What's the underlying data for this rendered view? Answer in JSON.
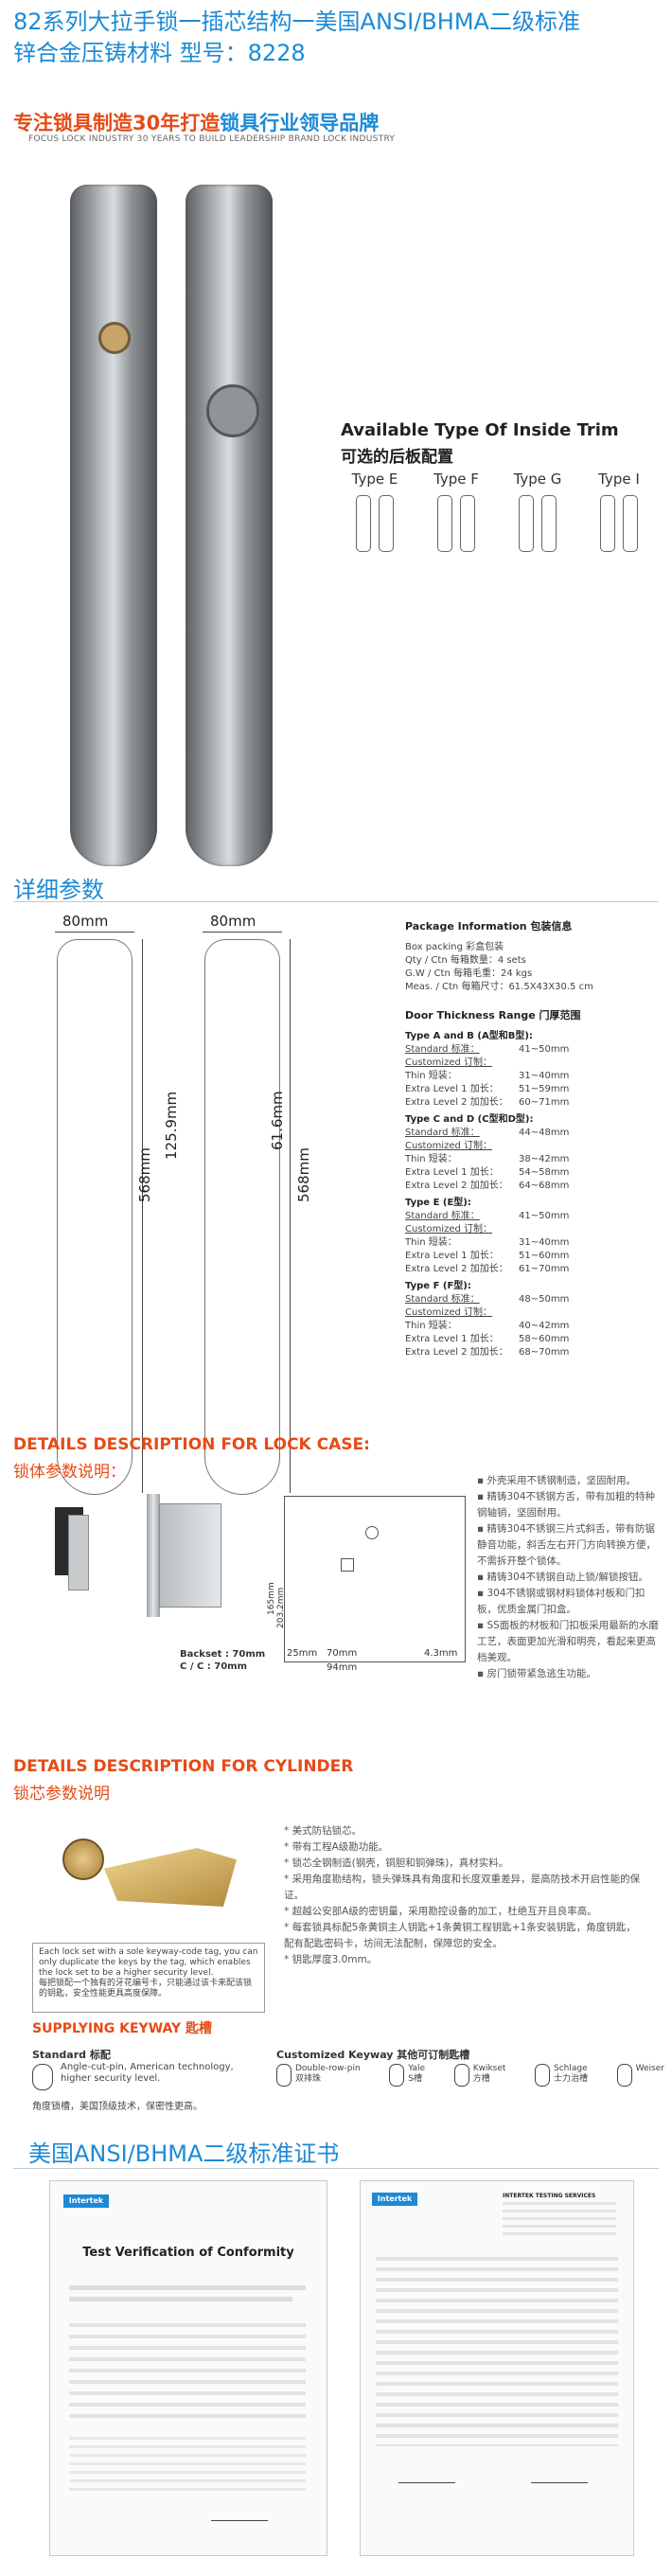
{
  "header": {
    "line1": "82系列大拉手锁一插芯结构一美国ANSI/BHMA二级标准",
    "line2": "锌合金压铸材料   型号：8228",
    "slogan_a": "专注锁具制造30年打造",
    "slogan_b": "锁具行业领导品牌",
    "slogan_en": "FOCUS LOCK INDUSTRY 30 YEARS TO BUILD LEADERSHIP BRAND LOCK INDUSTRY"
  },
  "trim": {
    "title_en": "Available Type Of Inside Trim",
    "title_cn": "可选的后板配置",
    "types": [
      "Type E",
      "Type F",
      "Type G",
      "Type I"
    ]
  },
  "details": {
    "heading": "详细参数",
    "dims": {
      "width_a": "80mm",
      "width_b": "80mm",
      "height_a": "568mm",
      "height_b": "568mm",
      "mid_a": "125.9mm",
      "mid_b": "61.6mm"
    },
    "package_title": "Package  Information 包装信息",
    "package_lines": [
      "Box packing 彩盒包装",
      "Qty / Ctn 每箱数量：4 sets",
      "G.W / Ctn 每箱毛重：24 kgs",
      "Meas. / Ctn 每箱尺寸：61.5X43X30.5 cm"
    ],
    "door_title": "Door Thickness Range 门厚范围",
    "groups": [
      {
        "title": "Type A and B (A型和B型):",
        "rows": [
          [
            "Standard 标准：",
            "41~50mm"
          ],
          [
            "Customized 订制：",
            ""
          ],
          [
            "Thin 短装：",
            "31~40mm"
          ],
          [
            "Extra Level 1 加长：",
            "51~59mm"
          ],
          [
            "Extra Level 2 加加长：",
            "60~71mm"
          ]
        ]
      },
      {
        "title": "Type C and D (C型和D型):",
        "rows": [
          [
            "Standard 标准：",
            "44~48mm"
          ],
          [
            "Customized 订制：",
            ""
          ],
          [
            "Thin 短装：",
            "38~42mm"
          ],
          [
            "Extra Level 1 加长：",
            "54~58mm"
          ],
          [
            "Extra Level 2 加加长：",
            "64~68mm"
          ]
        ]
      },
      {
        "title": "Type E (E型):",
        "rows": [
          [
            "Standard 标准：",
            "41~50mm"
          ],
          [
            "Customized 订制：",
            ""
          ],
          [
            "Thin 短装：",
            "31~40mm"
          ],
          [
            "Extra Level 1 加长：",
            "51~60mm"
          ],
          [
            "Extra Level 2 加加长：",
            "61~70mm"
          ]
        ]
      },
      {
        "title": "Type F (F型):",
        "rows": [
          [
            "Standard 标准：",
            "48~50mm"
          ],
          [
            "Customized 订制：",
            ""
          ],
          [
            "Thin 短装：",
            "40~42mm"
          ],
          [
            "Extra Level 1 加长：",
            "58~60mm"
          ],
          [
            "Extra Level 2 加加长：",
            "68~70mm"
          ]
        ]
      }
    ]
  },
  "lockcase": {
    "heading_en": "DETAILS DESCRIPTION FOR LOCK CASE:",
    "heading_cn": "锁体参数说明：",
    "backset": "Backset : 70mm",
    "cc": "C / C : 70mm",
    "dims": {
      "a": "70mm",
      "b": "94mm",
      "c": "4.3mm",
      "d": "25mm",
      "e": "203.2mm",
      "f": "165mm"
    },
    "features": [
      "外壳采用不锈钢制造，坚固耐用。",
      "精铸304不锈钢方舌，带有加粗的特种钢轴销，坚固耐用。",
      "精铸304不锈钢三片式斜舌，带有防锯静音功能，斜舌左右开门方向转换方便，不需拆开整个锁体。",
      "精铸304不锈钢自动上锁/解锁按钮。",
      "304不锈钢或钢材料锁体衬板和门扣板，优质金属门扣盒。",
      "SS面板的材板和门扣板采用最新的水磨工艺，表面更加光滑和明亮，看起来更高档美观。",
      "房门锁带紧急逃生功能。"
    ]
  },
  "cylinder": {
    "heading_en": "DETAILS DESCRIPTION FOR CYLINDER",
    "heading_cn": "锁芯参数说明",
    "features": [
      "美式防钻锁芯。",
      "带有工程A级勘功能。",
      "锁芯全钢制造(钢壳，铜胆和铜弹珠)，真材实料。",
      "采用角度勘结构，锁头弹珠具有角度和长度双重差异，是高防技术开启性能的保证。",
      "超越公安部A级的密钥量，采用勘控设备的加工，杜绝互开且良率高。",
      "每套锁具标配5条黄铜主人钥匙+1条黄铜工程钥匙+1条安装钥匙，角度钥匙，配有配匙密码卡，坊间无法配制，保障您的安全。",
      "钥匙厚度3.0mm。"
    ],
    "card_en": "Each lock set with a sole keyway-code tag, you can only duplicate the keys by the tag, which enables the lock set to be a higher security level.",
    "card_cn": "每把锁配一个独有的牙花编号卡，只能通过该卡来配该锁的钥匙，安全性能更具高度保障。"
  },
  "keyway": {
    "heading": "SUPPLYING KEYWAY 匙槽",
    "standard": "Standard 标配",
    "std_desc_en": "Angle-cut-pin, American technology, higher security level.",
    "std_desc_cn": "角度锁槽，美国顶级技术，保密性更高。",
    "custom": "Customized Keyway 其他可订制匙槽",
    "types": [
      {
        "en": "Double-row-pin",
        "cn": "双排珠"
      },
      {
        "en": "Yale",
        "cn": "S槽"
      },
      {
        "en": "Kwikset",
        "cn": "方槽"
      },
      {
        "en": "Schlage",
        "cn": "士力治槽"
      },
      {
        "en": "Weiser",
        "cn": ""
      }
    ]
  },
  "certs": {
    "heading": "美国ANSI/BHMA二级标准证书",
    "left_title": "Test Verification of Conformity",
    "right_title": "INTERTEK TESTING SERVICES",
    "brand": "Intertek"
  }
}
